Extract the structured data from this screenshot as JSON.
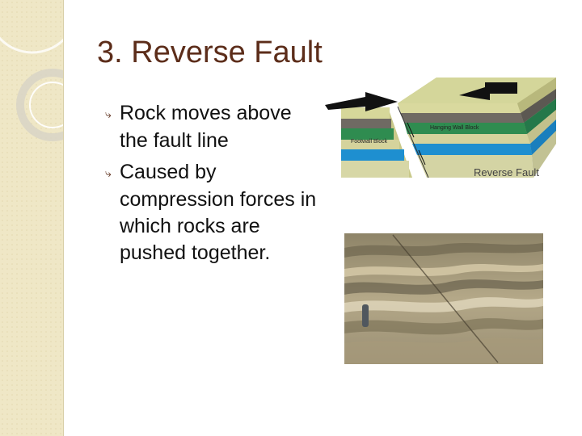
{
  "slide": {
    "title": "3. Reverse Fault",
    "bullets": [
      {
        "first": "Rock moves above",
        "rest": "the fault line"
      },
      {
        "first": "Caused by",
        "rest": "compression forces in which rocks are pushed together."
      }
    ],
    "bullet_icon": "curl-bullet-icon"
  },
  "diagram": {
    "hanging_wall_label": "Hanging Wall Block",
    "footwall_label": "Footwall Block",
    "caption": "Reverse Fault"
  },
  "colors": {
    "title": "#5c2d1a",
    "sidebar": "#efe7c6"
  }
}
